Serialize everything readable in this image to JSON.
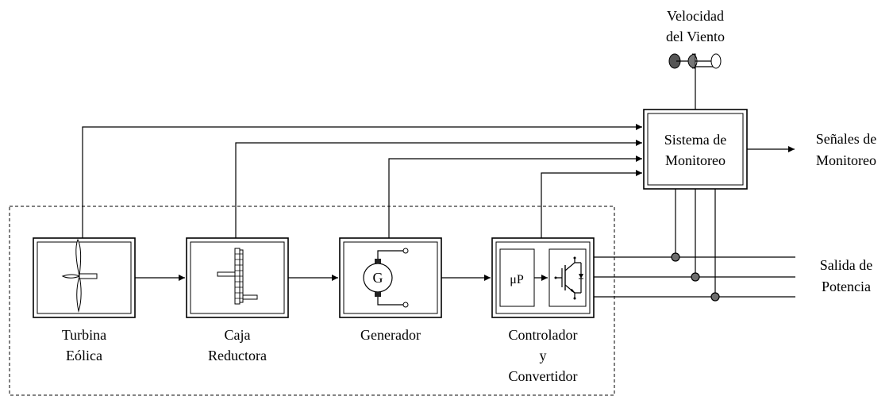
{
  "blocks": {
    "turbine": {
      "line1": "Turbina",
      "line2": "Eólica"
    },
    "gearbox": {
      "line1": "Caja",
      "line2": "Reductora"
    },
    "generator": {
      "line1": "Generador",
      "symbol": "G"
    },
    "controller": {
      "line1": "Controlador",
      "line2": "y",
      "line3": "Convertidor",
      "micro": "μP"
    },
    "monitoring": {
      "line1": "Sistema de",
      "line2": "Monitoreo"
    }
  },
  "inputs": {
    "wind_line1": "Velocidad",
    "wind_line2": "del Viento"
  },
  "outputs": {
    "signals_line1": "Señales de",
    "signals_line2": "Monitoreo",
    "power_line1": "Salida de",
    "power_line2": "Potencia"
  },
  "icons": {
    "turbine": "wind-turbine-icon",
    "gearbox": "gear-train-icon",
    "generator": "dc-generator-icon",
    "microprocessor": "microprocessor-icon",
    "converter": "igbt-transistor-icon",
    "anemometer": "anemometer-icon"
  }
}
